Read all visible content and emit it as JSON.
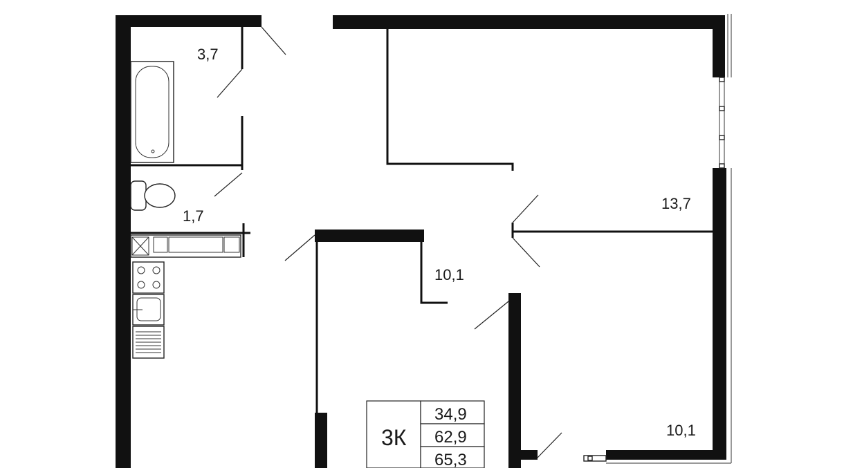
{
  "rooms": {
    "bathroom": {
      "area": "3,7"
    },
    "toilet": {
      "area": "1,7"
    },
    "room_center": {
      "area": "10,1"
    },
    "room_top_right": {
      "area": "13,7"
    },
    "room_bottom_right": {
      "area": "10,1"
    }
  },
  "summary": {
    "type": "3К",
    "living_area": "34,9",
    "total_area": "62,9",
    "total_area_with_balcony": "65,3"
  }
}
